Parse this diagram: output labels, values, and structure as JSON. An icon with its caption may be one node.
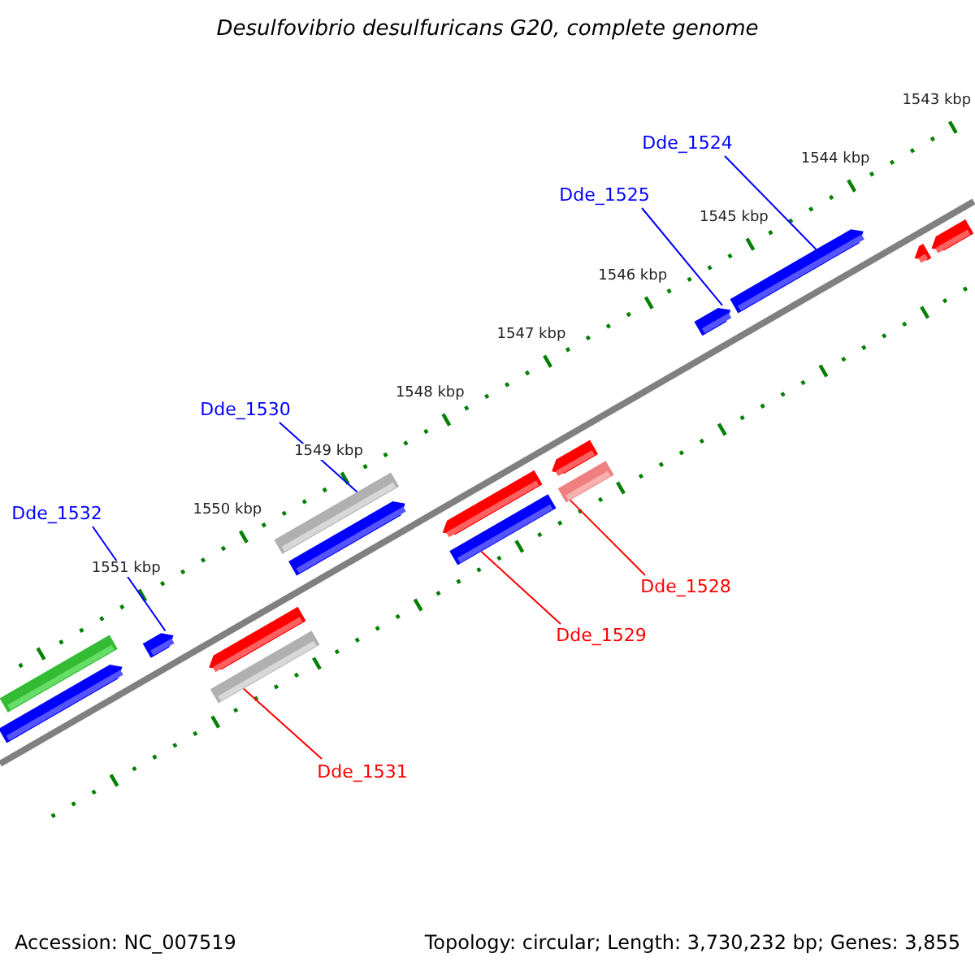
{
  "diagram": {
    "title": "Desulfovibrio desulfuricans G20, complete genome",
    "nodes": [
      {
        "text": [
          "Dde_1524"
        ]
      },
      {
        "text": [],
        "shape": "bar"
      },
      {
        "text": [
          "Dde_1525"
        ]
      },
      {
        "text": [],
        "shape": "bar"
      },
      {
        "text": [
          "Dde_1530"
        ]
      },
      {
        "text": [],
        "shape": "bar"
      },
      {
        "text": [
          "Dde_1532"
        ]
      },
      {
        "text": [],
        "shape": "bar"
      },
      {
        "text": [
          "Dde_1531"
        ]
      },
      {
        "text": [],
        "shape": "bar"
      },
      {
        "text": [
          "Dde_1529"
        ]
      },
      {
        "text": [],
        "shape": "bar"
      },
      {
        "text": [
          "Dde_1528"
        ]
      },
      {
        "text": [],
        "shape": "bar"
      },
      {
        "text": [],
        "shape": "bar"
      },
      {
        "text": [],
        "shape": "bar"
      },
      {
        "text": [],
        "shape": "bar"
      },
      {
        "text": [],
        "shape": "bar"
      },
      {
        "text": [],
        "shape": "bar"
      },
      {
        "text": [],
        "shape": "bar"
      },
      {
        "text": [],
        "shape": "bar"
      },
      {
        "text": [],
        "shape": "bar"
      }
    ],
    "edges": [
      {
        "from": 0,
        "to": 1,
        "arrow": "none"
      },
      {
        "from": 2,
        "to": 3,
        "arrow": "none"
      },
      {
        "from": 4,
        "to": 5,
        "arrow": "none"
      },
      {
        "from": 6,
        "to": 7,
        "arrow": "none"
      },
      {
        "from": 8,
        "to": 9,
        "arrow": "none",
        "color": "#ff0000"
      },
      {
        "from": 10,
        "to": 11,
        "arrow": "none",
        "color": "#ff0000"
      },
      {
        "from": 12,
        "to": 13,
        "arrow": "none",
        "color": "#ff0000"
      }
    ],
    "labels": [
      "1543 kbp",
      "1544 kbp",
      "1545 kbp",
      "1546 kbp",
      "1547 kbp",
      "1548 kbp",
      "1549 kbp",
      "1550 kbp",
      "1551 kbp",
      "Accession: NC_007519",
      "Topology: circular; Length: 3,730,232 bp; Genes: 3,855"
    ]
  }
}
